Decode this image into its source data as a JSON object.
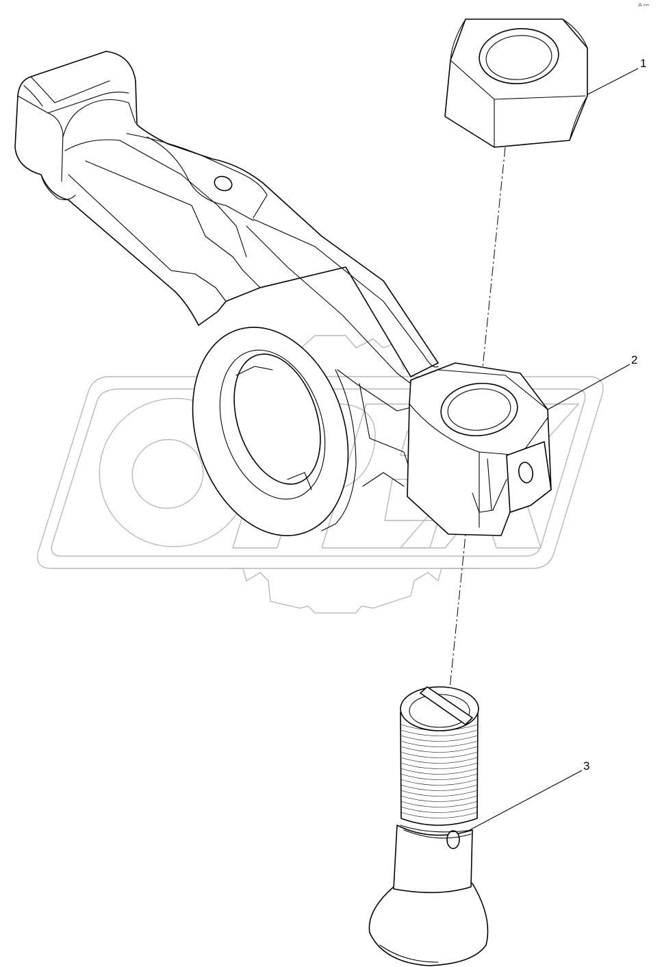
{
  "corner_mark": "⁂ ∞∞",
  "watermark": {
    "text": "OPEX"
  },
  "callouts": [
    {
      "number": "1",
      "part": "nut"
    },
    {
      "number": "2",
      "part": "rocker-arm"
    },
    {
      "number": "3",
      "part": "adjusting-screw"
    }
  ]
}
